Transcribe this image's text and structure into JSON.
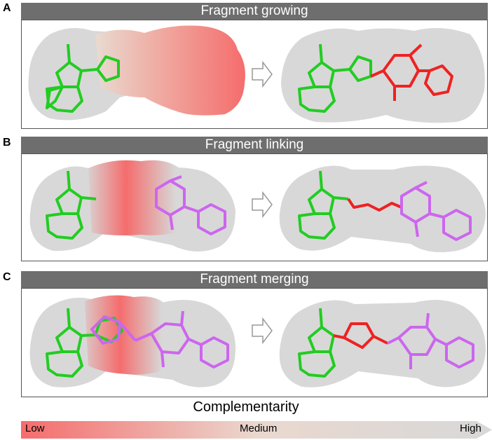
{
  "panels": [
    {
      "letter": "A",
      "title": "Fragment growing"
    },
    {
      "letter": "B",
      "title": "Fragment linking"
    },
    {
      "letter": "C",
      "title": "Fragment merging"
    }
  ],
  "legend": {
    "title": "Complementarity",
    "low": "Low",
    "medium": "Medium",
    "high": "High"
  },
  "colors": {
    "fragment_green": "#22cc22",
    "fragment_purple": "#cc66ee",
    "new_red": "#ee2222",
    "pocket_gray": "#d8d8d8",
    "low_red": "#f56c6c",
    "header_gray": "#6e6e6e"
  },
  "icons": [
    "right-arrow-icon"
  ]
}
